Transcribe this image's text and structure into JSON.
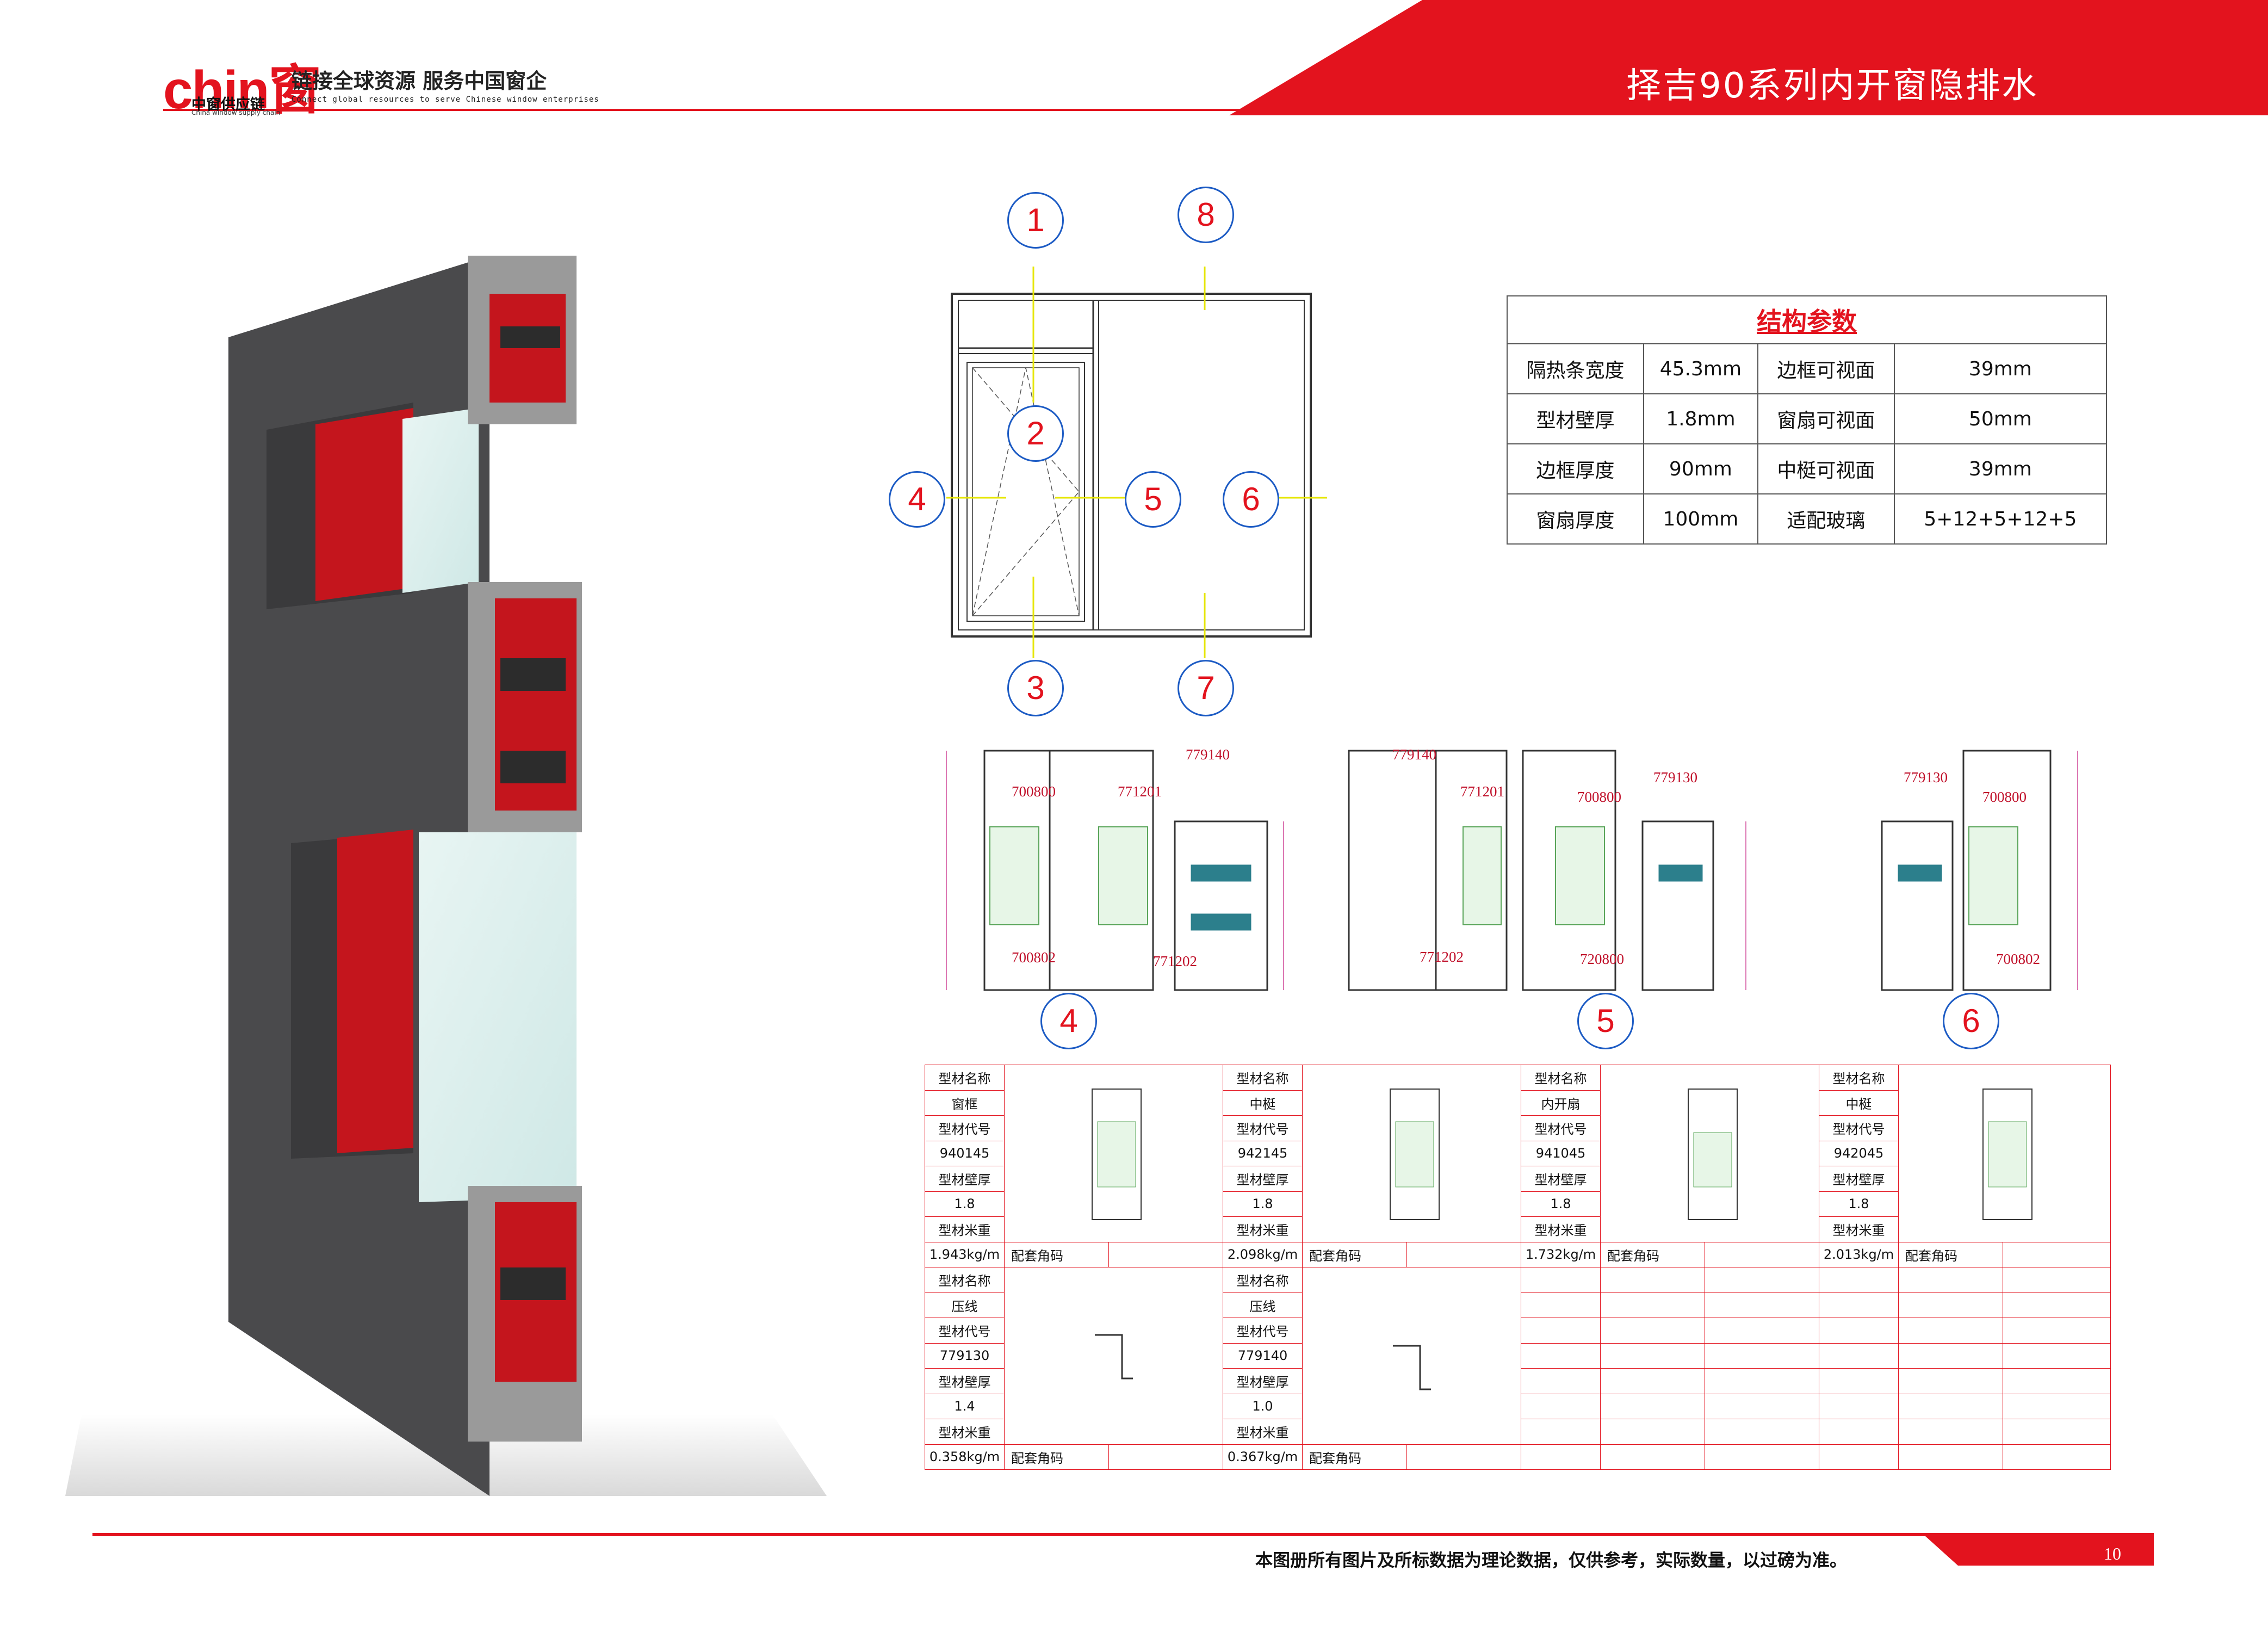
{
  "header": {
    "logo_text": "chin窗",
    "logo_sub": "中窗供应链",
    "logo_sub_en": "China window supply chain",
    "slogan": "链接全球资源 服务中国窗企",
    "slogan_en": "Connect global resources to serve Chinese window enterprises",
    "title": "择吉90系列内开窗隐排水"
  },
  "elevation": {
    "markers": [
      "1",
      "2",
      "3",
      "4",
      "5",
      "6",
      "7",
      "8"
    ]
  },
  "params": {
    "title": "结构参数",
    "rows": [
      {
        "k1": "隔热条宽度",
        "v1": "45.3mm",
        "k2": "边框可视面",
        "v2": "39mm"
      },
      {
        "k1": "型材壁厚",
        "v1": "1.8mm",
        "k2": "窗扇可视面",
        "v2": "50mm"
      },
      {
        "k1": "边框厚度",
        "v1": "90mm",
        "k2": "中梃可视面",
        "v2": "39mm"
      },
      {
        "k1": "窗扇厚度",
        "v1": "100mm",
        "k2": "适配玻璃",
        "v2": "5+12+5+12+5"
      }
    ]
  },
  "sections": {
    "labels": [
      "4",
      "5",
      "6"
    ],
    "codes_4": [
      "779140",
      "700800",
      "771201",
      "700802",
      "771202"
    ],
    "codes_5": [
      "779140",
      "771201",
      "779130",
      "700800",
      "771202",
      "720800"
    ],
    "codes_6": [
      "779130",
      "700800",
      "700802"
    ]
  },
  "profiles": {
    "labels": {
      "name": "型材名称",
      "code": "型材代号",
      "thick": "型材壁厚",
      "weight": "型材米重",
      "corner": "配套角码"
    },
    "items": [
      {
        "name": "窗框",
        "code": "940145",
        "thick": "1.8",
        "weight": "1.943kg/m"
      },
      {
        "name": "中梃",
        "code": "942145",
        "thick": "1.8",
        "weight": "2.098kg/m"
      },
      {
        "name": "内开扇",
        "code": "941045",
        "thick": "1.8",
        "weight": "1.732kg/m"
      },
      {
        "name": "中梃",
        "code": "942045",
        "thick": "1.8",
        "weight": "2.013kg/m"
      },
      {
        "name": "压线",
        "code": "779130",
        "thick": "1.4",
        "weight": "0.358kg/m"
      },
      {
        "name": "压线",
        "code": "779140",
        "thick": "1.0",
        "weight": "0.367kg/m"
      }
    ]
  },
  "footer": {
    "note": "本图册所有图片及所标数据为理论数据，仅供参考，实际数量，以过磅为准。",
    "page": "10"
  }
}
